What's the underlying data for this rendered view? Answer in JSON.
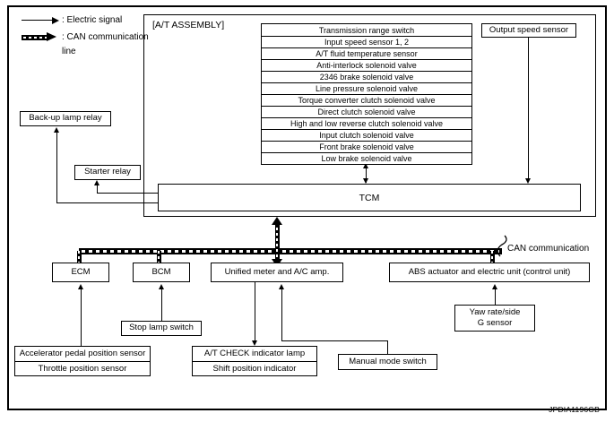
{
  "figure": {
    "code": "JPDIA1196GB"
  },
  "legend": {
    "electric_signal": ": Electric signal",
    "can_line_1": ": CAN communication",
    "can_line_2": "line",
    "electric_icon": "thin-arrow-icon",
    "can_icon": "thick-dashed-arrow-icon"
  },
  "at_assembly": {
    "label": "[A/T ASSEMBLY]",
    "sensors": [
      "Transmission range switch",
      "Input speed sensor 1, 2",
      "A/T fluid temperature sensor",
      "Anti-interlock solenoid valve",
      "2346 brake solenoid valve",
      "Line pressure solenoid valve",
      "Torque converter clutch solenoid valve",
      "Direct clutch solenoid valve",
      "High and low reverse clutch solenoid valve",
      "Input clutch solenoid valve",
      "Front brake solenoid valve",
      "Low brake solenoid valve"
    ],
    "output_speed_sensor": "Output speed sensor",
    "tcm": "TCM"
  },
  "relays": {
    "backup_lamp_relay": "Back-up lamp relay",
    "starter_relay": "Starter relay"
  },
  "can_bus": {
    "label": "CAN communication"
  },
  "modules": {
    "ecm": "ECM",
    "bcm": "BCM",
    "unified_meter": "Unified meter and A/C amp.",
    "abs_unit": "ABS actuator and electric unit (control unit)"
  },
  "peripherals": {
    "yaw_rate_line1": "Yaw rate/side",
    "yaw_rate_line2": "G sensor",
    "stop_lamp_switch": "Stop lamp switch",
    "accelerator_pedal_position_sensor": "Accelerator pedal position sensor",
    "throttle_position_sensor": "Throttle position sensor",
    "at_check_indicator_lamp": "A/T CHECK indicator lamp",
    "shift_position_indicator": "Shift position indicator",
    "manual_mode_switch": "Manual mode switch"
  }
}
